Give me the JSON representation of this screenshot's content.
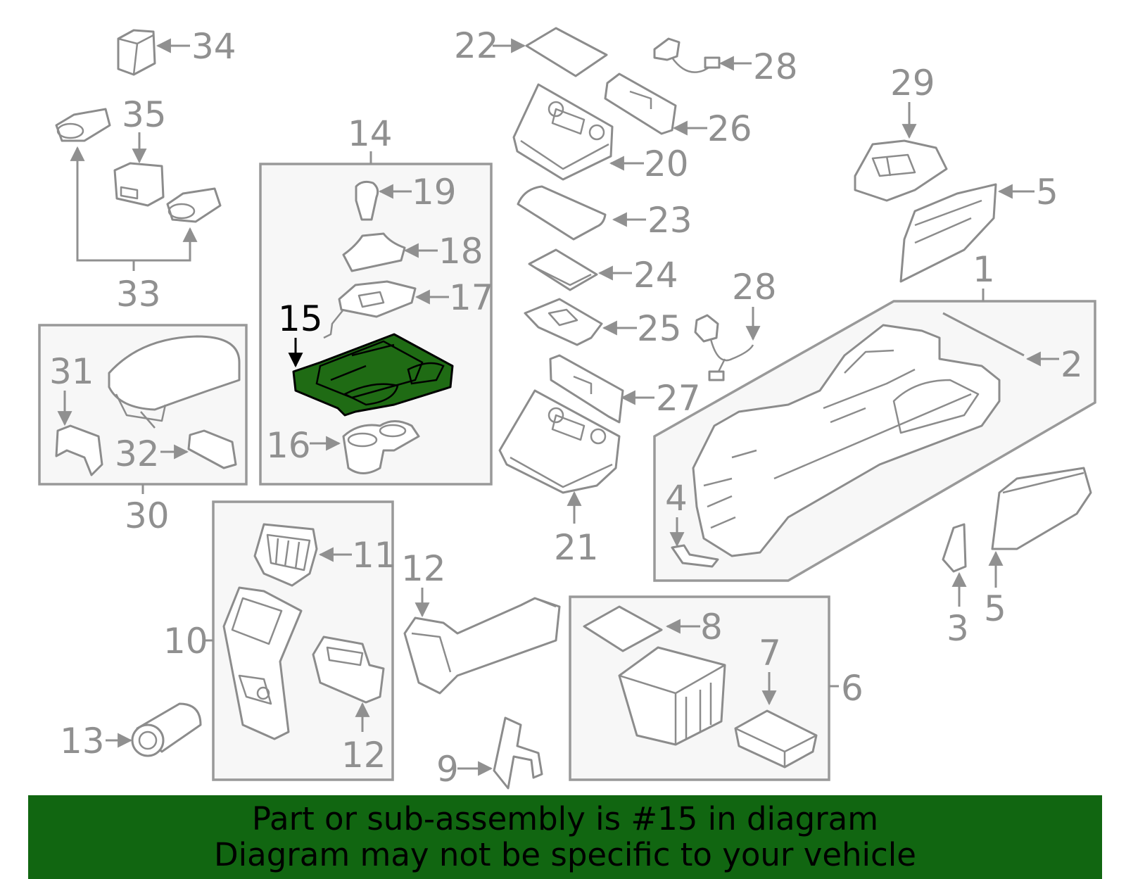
{
  "banner": {
    "line1": "Part or sub-assembly is #15 in diagram",
    "line2": "Diagram may not be specific to your vehicle"
  },
  "highlight_part": "15",
  "labels": {
    "p34": "34",
    "p35": "35",
    "p33": "33",
    "p31": "31",
    "p32": "32",
    "p30": "30",
    "p14": "14",
    "p19": "19",
    "p18": "18",
    "p17": "17",
    "p15": "15",
    "p16": "16",
    "p22": "22",
    "p28a": "28",
    "p26": "26",
    "p20": "20",
    "p23": "23",
    "p24": "24",
    "p25": "25",
    "p28b": "28",
    "p27": "27",
    "p21": "21",
    "p29": "29",
    "p5a": "5",
    "p1": "1",
    "p2": "2",
    "p4": "4",
    "p3": "3",
    "p5b": "5",
    "p11": "11",
    "p12a": "12",
    "p10": "10",
    "p12b": "12",
    "p13": "13",
    "p9": "9",
    "p8": "8",
    "p7": "7",
    "p6": "6"
  },
  "colors": {
    "highlight_fill": "#1f6b14",
    "banner_background": "#116611",
    "line_gray": "#8c8c8c"
  }
}
